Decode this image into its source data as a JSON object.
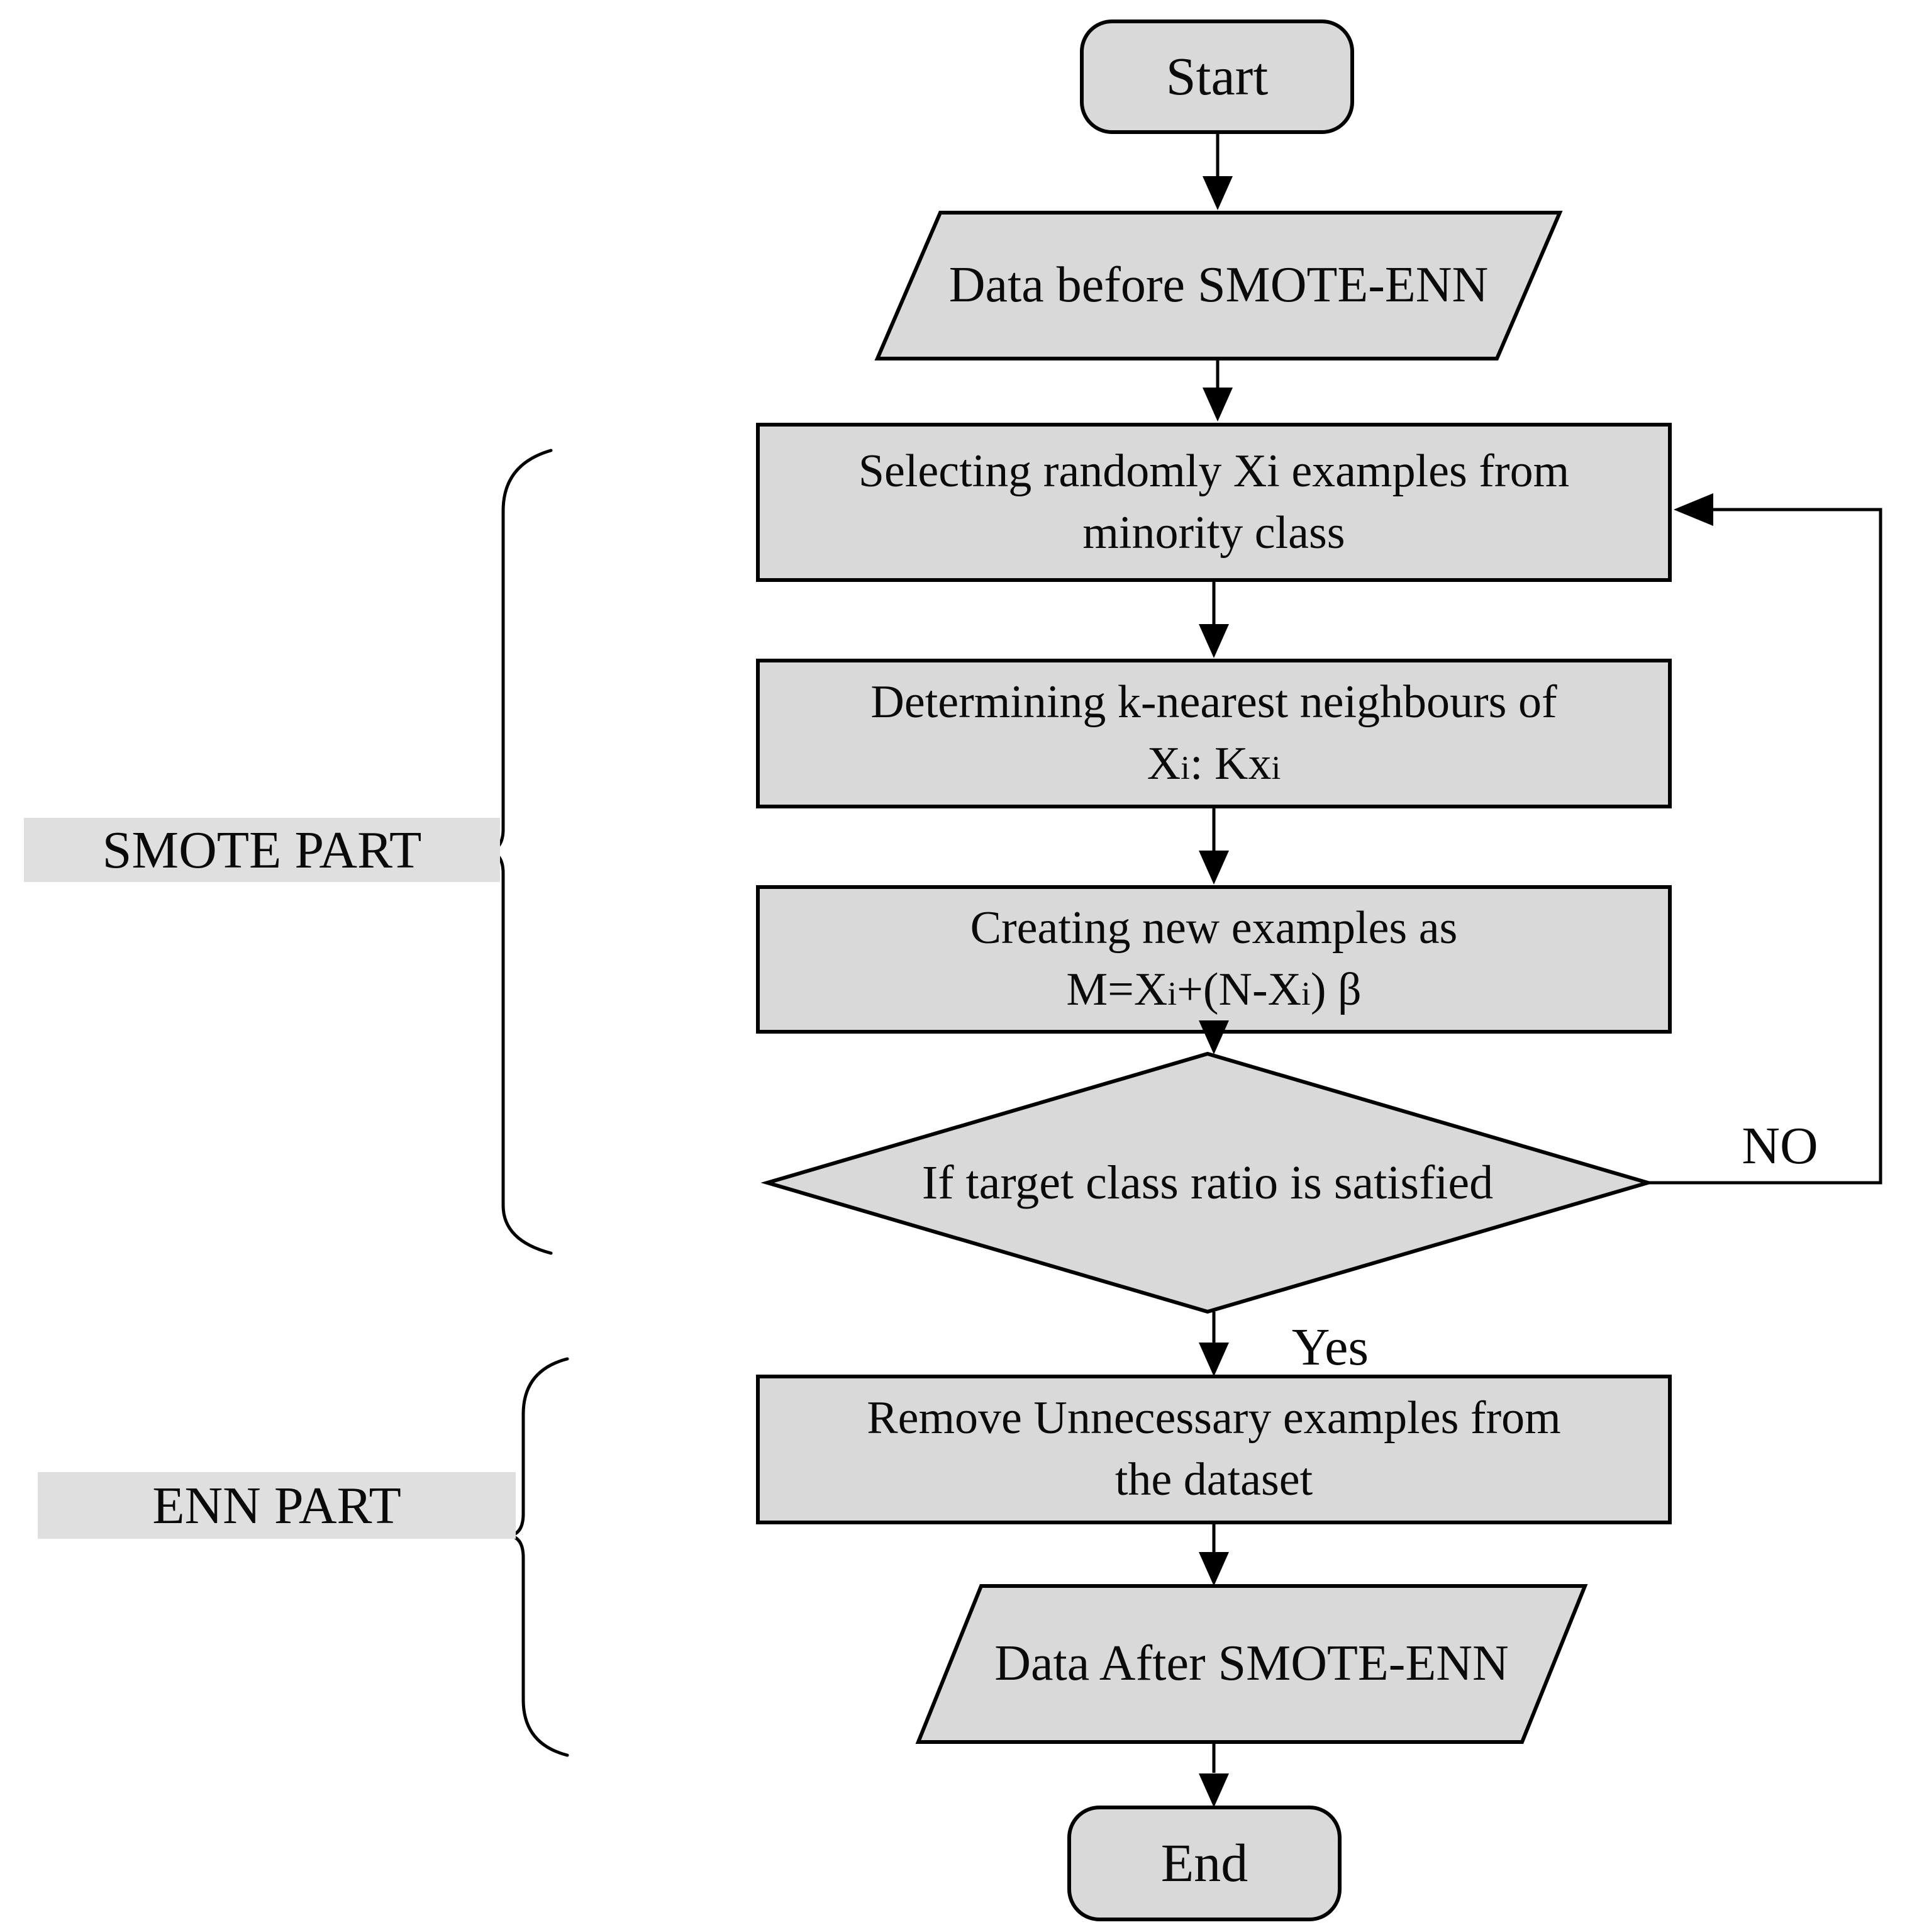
{
  "nodes": {
    "start": {
      "label": "Start"
    },
    "data_before": {
      "label": "Data before SMOTE-ENN"
    },
    "select": {
      "line1": "Selecting randomly Xi examples from",
      "line2": "minority class"
    },
    "knn": {
      "line1": "Determining k-nearest neighbours of",
      "line2": {
        "a": "X",
        "a_sub": "i",
        "b": ": Kx",
        "b_sub": "i"
      }
    },
    "create": {
      "line1": "Creating new examples as",
      "formula": {
        "a": "M=X",
        "a_sub": "i",
        "b": "+(N-X",
        "b_sub": "i",
        "c": ") β"
      }
    },
    "decision": {
      "label": "If target class ratio is satisfied"
    },
    "remove": {
      "line1": "Remove Unnecessary examples from",
      "line2": "the dataset"
    },
    "data_after": {
      "label": "Data After SMOTE-ENN"
    },
    "end": {
      "label": "End"
    }
  },
  "edges": {
    "no_label": "NO",
    "yes_label": "Yes"
  },
  "groups": {
    "smote_label": "SMOTE PART",
    "enn_label": "ENN PART"
  },
  "colors": {
    "node_fill": "#d9d9d9",
    "node_border": "#000000",
    "band_fill": "#dfdfdf",
    "line_color": "#000000",
    "text_color": "#0a0a0a",
    "bg": "#ffffff"
  }
}
